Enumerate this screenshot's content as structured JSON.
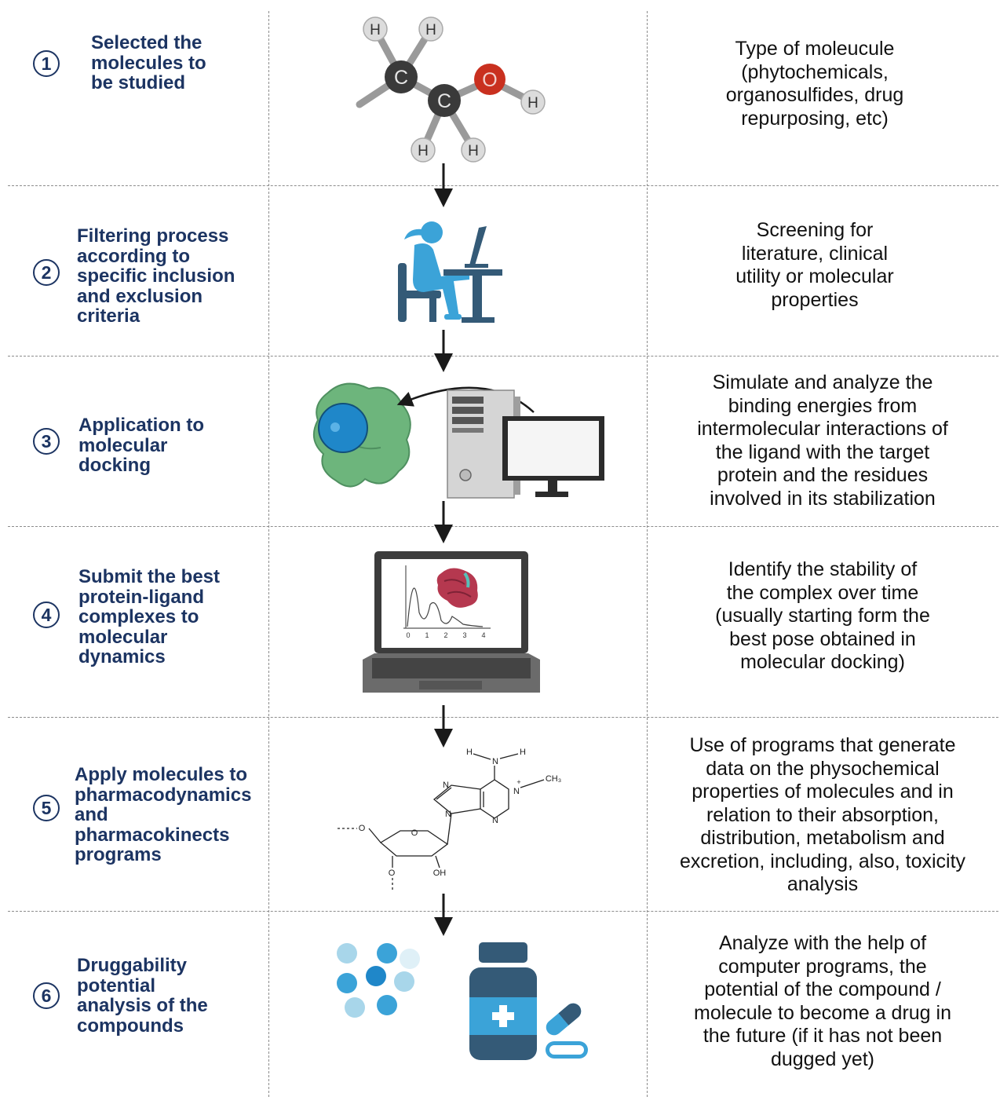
{
  "steps": [
    {
      "number": "1",
      "title": "Selected the\nmolecules to\nbe studied",
      "description": "Type of moleucule\n(phytochemicals,\norganosulfides, drug\nrepurposing, etc)"
    },
    {
      "number": "2",
      "title": "Filtering process\naccording to\nspecific inclusion\nand exclusion\ncriteria",
      "description": "Screening for\nliterature, clinical\nutility or molecular\nproperties"
    },
    {
      "number": "3",
      "title": "Application to\nmolecular\ndocking",
      "description": "Simulate and analyze the\nbinding energies from\nintermolecular interactions of\nthe ligand with the target\nprotein and the residues\ninvolved in its stabilization"
    },
    {
      "number": "4",
      "title": "Submit the best\nprotein-ligand\ncomplexes to\nmolecular\ndynamics",
      "description": "Identify the stability of\nthe complex over time\n(usually starting form the\nbest pose obtained in\nmolecular docking)"
    },
    {
      "number": "5",
      "title": "Apply molecules to\npharmacodynamics\nand\npharmacokinects\nprograms",
      "description": "Use of programs that generate\ndata on the physochemical\nproperties of molecules and in\nrelation to their absorption,\ndistribution, metabolism and\nexcretion, including, also, toxicity\nanalysis"
    },
    {
      "number": "6",
      "title": "Druggability\npotential\nanalysis of the\ncompounds",
      "description": "Analyze with the help of\ncomputer programs, the\npotential of the compound /\nmolecule to become a drug in\nthe future (if it has not been\ndugged yet)"
    }
  ],
  "molecule_atoms": {
    "carbon": "C",
    "oxygen": "O",
    "hydrogen": "H"
  },
  "plot_ticks": [
    "0",
    "1",
    "2",
    "3",
    "4"
  ],
  "nucleotide_labels": {
    "nh_h1": "H",
    "nh_n": "N",
    "nh_h2": "H",
    "plus": "+",
    "n_ring_top": "N",
    "n_methyl": "N",
    "methyl": "CH₃",
    "n_ring_left": "N",
    "n_ring_bottom": "N",
    "n_glyco": "N",
    "ring_o": "O",
    "o_left": "O",
    "o_bottom": "O",
    "oh": "OH"
  },
  "colors": {
    "title": "#1c3462",
    "icon_blue": "#3ba3d8",
    "icon_dark": "#345a77",
    "protein": "#6db57c",
    "ligand": "#1f87c9",
    "atom_dark": "#3a3a3a",
    "oxygen": "#c9301f",
    "hydrogen": "#d8d8d8",
    "ribbon": "#b5384f",
    "pill_light": "#a8d6ea"
  }
}
